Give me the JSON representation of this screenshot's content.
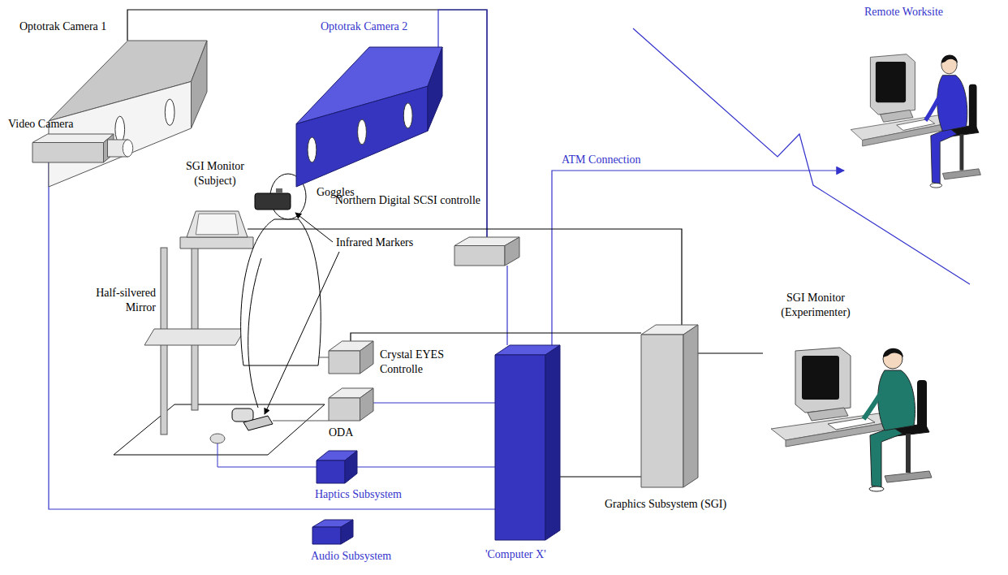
{
  "diagram": {
    "nodes": [
      {
        "text": [
          "Optotrak Camera 1"
        ]
      },
      {
        "text": [
          "Optotrak Camera 2"
        ]
      },
      {
        "text": [
          "Remote Worksite"
        ]
      },
      {
        "text": [
          "SGI Monitor (Subject)"
        ]
      },
      {
        "text": [
          "Video Camera"
        ]
      },
      {
        "text": [
          "Northern Digital SCSI controlle"
        ]
      },
      {
        "text": [
          "Crystal EYES Controlle"
        ]
      },
      {
        "text": [
          "ODA"
        ]
      },
      {
        "text": [
          "Haptics Subsystem"
        ]
      },
      {
        "text": [
          "Audio Subsystem"
        ]
      },
      {
        "text": [
          "'Computer X'"
        ]
      },
      {
        "text": [
          "Graphics Subsystem (SGI)"
        ]
      },
      {
        "text": [
          "SGI Monitor (Experimenter)"
        ]
      }
    ],
    "edges": [
      {
        "from": 0,
        "to": 5,
        "arrow": "none"
      },
      {
        "from": 1,
        "to": 5,
        "arrow": "none"
      },
      {
        "from": 5,
        "to": 10,
        "arrow": "none"
      },
      {
        "from": 10,
        "to": 2,
        "label": "ATM Connection",
        "arrow": "to"
      },
      {
        "from": 4,
        "to": 10,
        "arrow": "none"
      },
      {
        "from": 3,
        "to": 11,
        "arrow": "none"
      },
      {
        "from": 6,
        "to": 11,
        "arrow": "none"
      },
      {
        "from": 7,
        "to": 10,
        "arrow": "none"
      },
      {
        "from": 8,
        "to": 10,
        "arrow": "none"
      },
      {
        "from": 11,
        "to": 12,
        "arrow": "none"
      },
      {
        "from": 10,
        "to": 11,
        "arrow": "none"
      }
    ],
    "labels": [
      "Goggles",
      "Infrared Markers",
      "Half-silvered Mirror"
    ]
  }
}
